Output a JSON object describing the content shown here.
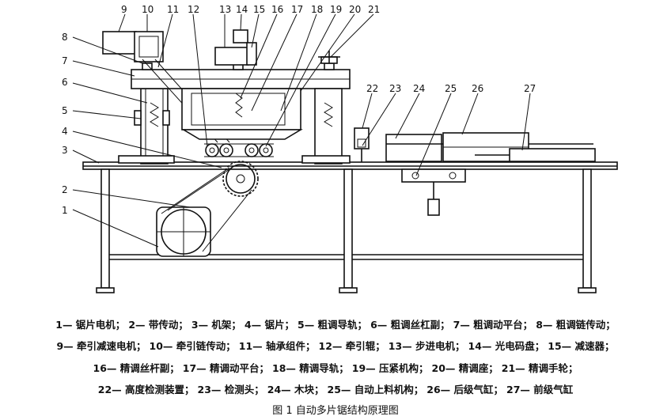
{
  "labels": [
    {
      "n": "1"
    },
    {
      "n": "2"
    },
    {
      "n": "3"
    },
    {
      "n": "4"
    },
    {
      "n": "5"
    },
    {
      "n": "6"
    },
    {
      "n": "7"
    },
    {
      "n": "8"
    },
    {
      "n": "9"
    },
    {
      "n": "10"
    },
    {
      "n": "11"
    },
    {
      "n": "12"
    },
    {
      "n": "13"
    },
    {
      "n": "14"
    },
    {
      "n": "15"
    },
    {
      "n": "16"
    },
    {
      "n": "17"
    },
    {
      "n": "18"
    },
    {
      "n": "19"
    },
    {
      "n": "20"
    },
    {
      "n": "21"
    },
    {
      "n": "22"
    },
    {
      "n": "23"
    },
    {
      "n": "24"
    },
    {
      "n": "25"
    },
    {
      "n": "26"
    },
    {
      "n": "27"
    }
  ],
  "legend": {
    "line1": [
      "1— 锯片电机；",
      "2— 带传动；",
      "3— 机架；",
      "4— 锯片；",
      "5— 粗调导轨；",
      "6— 粗调丝杠副；",
      "7— 粗调动平台；",
      "8— 粗调链传动；"
    ],
    "line2": [
      "9— 牵引减速电机；",
      "10— 牵引链传动；",
      "11— 轴承组件；",
      "12— 牵引辊；",
      "13— 步进电机；",
      "14— 光电码盘；",
      "15— 减速器；"
    ],
    "line3": [
      "16— 精调丝杆副；",
      "17— 精调动平台；",
      "18— 精调导轨；",
      "19— 压紧机构；",
      "20— 精调座；",
      "21— 精调手轮；"
    ],
    "line4": [
      "22— 高度检测装置；",
      "23— 检测头；",
      "24— 木块；",
      "25— 自动上料机构；",
      "26— 后级气缸；",
      "27— 前级气缸"
    ]
  },
  "caption": "图 1   自动多片锯结构原理图"
}
